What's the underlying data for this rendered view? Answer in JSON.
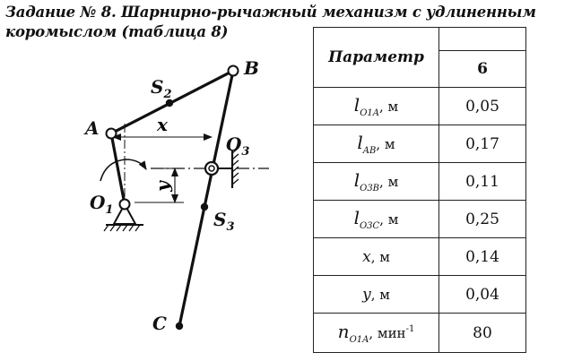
{
  "title": {
    "line1": "Задание № 8. Шарнирно-рычажный механизм с удлиненным",
    "line2": "коромыслом (таблица 8)"
  },
  "diagram": {
    "labels": {
      "B": "B",
      "S2": "S",
      "S2_sub": "2",
      "A": "A",
      "x": "x",
      "O3": "O",
      "O3_sub": "3",
      "y": "y",
      "O1": "O",
      "O1_sub": "1",
      "S3": "S",
      "S3_sub": "3",
      "C": "C"
    }
  },
  "table": {
    "header": {
      "name": "Параметр",
      "value": "6"
    },
    "rows": [
      {
        "sym": "l",
        "sub": "O1A",
        "unit": ", м",
        "value": "0,05"
      },
      {
        "sym": "l",
        "sub": "AB",
        "unit": ", м",
        "value": "0,17"
      },
      {
        "sym": "l",
        "sub": "O3B",
        "unit": ", м",
        "value": "0,11"
      },
      {
        "sym": "l",
        "sub": "O3C",
        "unit": ", м",
        "value": "0,25"
      },
      {
        "sym": "x",
        "unit": ", м",
        "value": "0,14"
      },
      {
        "sym": "y",
        "unit": ", м",
        "value": "0,04"
      },
      {
        "sym": "n",
        "sub": "O1A",
        "unit": ", мин",
        "sup": "-1",
        "value": "80"
      }
    ]
  }
}
